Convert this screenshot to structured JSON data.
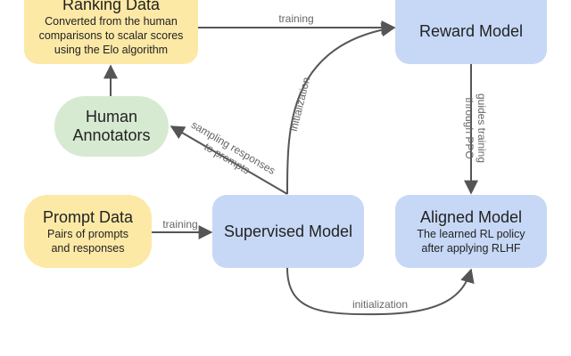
{
  "nodes": {
    "ranking": {
      "title": "Ranking Data",
      "sub": [
        "Converted from the human",
        "comparisons to scalar scores",
        "using the Elo algorithm"
      ]
    },
    "reward": {
      "title": "Reward Model"
    },
    "annotators": {
      "title": [
        "Human",
        "Annotators"
      ]
    },
    "prompt": {
      "title": "Prompt Data",
      "sub": [
        "Pairs of prompts",
        "and responses"
      ]
    },
    "supervised": {
      "title": "Supervised Model"
    },
    "aligned": {
      "title": "Aligned Model",
      "sub": [
        "The learned RL policy",
        "after applying RLHF"
      ]
    }
  },
  "edges": {
    "ranking_to_reward": "training",
    "prompt_to_supervised": "training",
    "supervised_to_reward": "initialization",
    "supervised_to_aligned": "initialization",
    "reward_to_aligned": [
      "guides training",
      "through PPO"
    ],
    "supervised_to_annotators": [
      "sampling responses",
      "to prompts"
    ]
  },
  "colors": {
    "yellow_node": "#fde9a6",
    "blue_node": "#c6d8f6",
    "green_node": "#d6ead2",
    "arrow": "#555555"
  }
}
